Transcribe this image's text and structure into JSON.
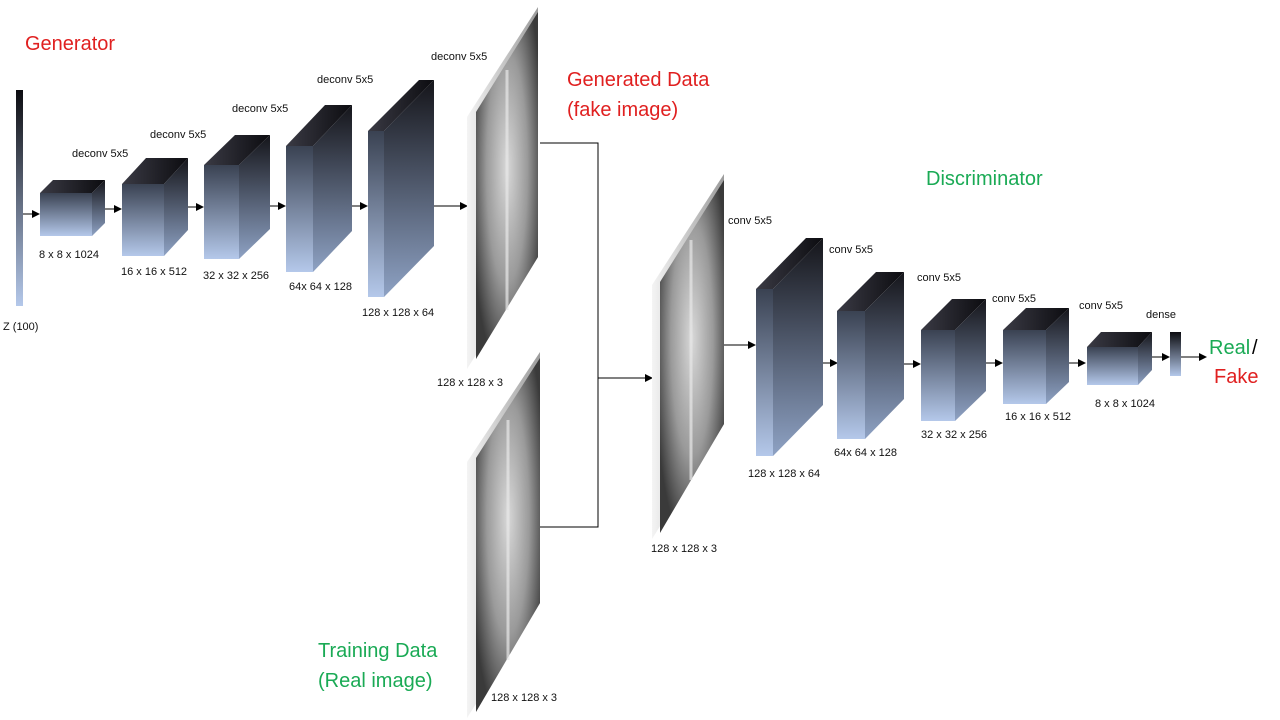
{
  "colors": {
    "generator": "#e02020",
    "discriminator": "#1aaa55",
    "real": "#1aaa55",
    "fake": "#e02020",
    "block_light": "#aec4e8",
    "block_dark": "#16161c",
    "line": "#000000"
  },
  "generator": {
    "title": "Generator",
    "z_label": "Z (100)",
    "layers": [
      {
        "op": "deconv 5x5",
        "shape": "8 x 8 x 1024"
      },
      {
        "op": "deconv 5x5",
        "shape": "16 x 16 x 512"
      },
      {
        "op": "deconv 5x5",
        "shape": "32 x 32 x 256"
      },
      {
        "op": "deconv 5x5",
        "shape": "64x 64 x 128"
      },
      {
        "op": "deconv 5x5",
        "shape": "128 x 128 x 64"
      }
    ],
    "output": {
      "op": "deconv 5x5",
      "shape": "128 x 128 x 3"
    }
  },
  "generated_data": {
    "line1": "Generated Data",
    "line2": "(fake image)"
  },
  "training_data": {
    "line1": "Training Data",
    "line2": "(Real image)",
    "shape": "128 x 128 x 3"
  },
  "discriminator": {
    "title": "Discriminator",
    "input_shape": "128 x 128 x 3",
    "layers": [
      {
        "op": "conv 5x5",
        "shape": "128 x 128 x 64"
      },
      {
        "op": "conv 5x5",
        "shape": "64x 64 x 128"
      },
      {
        "op": "conv 5x5",
        "shape": "32 x 32 x 256"
      },
      {
        "op": "conv 5x5",
        "shape": "16 x 16 x 512"
      },
      {
        "op": "conv 5x5",
        "shape": "8 x 8 x 1024"
      }
    ],
    "dense_label": "dense"
  },
  "output": {
    "real": "Real",
    "slash": "/",
    "fake": "Fake"
  }
}
